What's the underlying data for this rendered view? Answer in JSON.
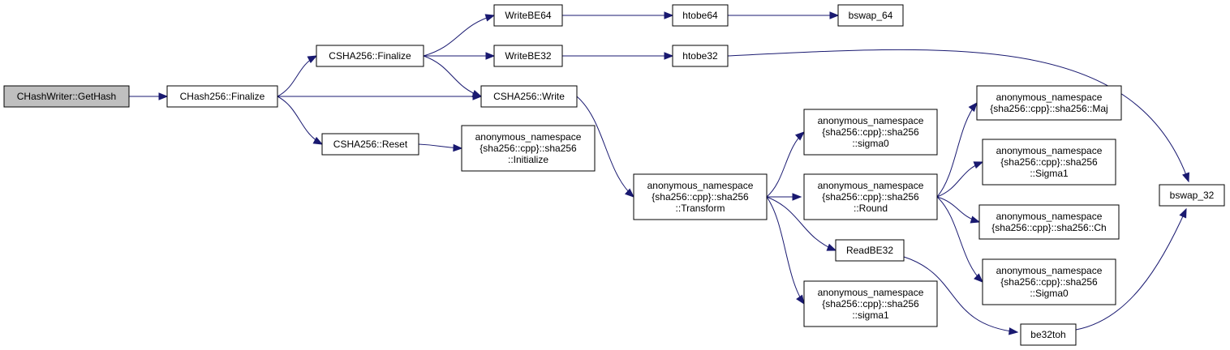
{
  "nodes": {
    "gethash": {
      "lines": [
        "CHashWriter::GetHash"
      ],
      "root": true
    },
    "hash256_finalize": {
      "lines": [
        "CHash256::Finalize"
      ]
    },
    "sha256_finalize": {
      "lines": [
        "CSHA256::Finalize"
      ]
    },
    "sha256_reset": {
      "lines": [
        "CSHA256::Reset"
      ]
    },
    "sha256_write": {
      "lines": [
        "CSHA256::Write"
      ]
    },
    "writebe64": {
      "lines": [
        "WriteBE64"
      ]
    },
    "writebe32": {
      "lines": [
        "WriteBE32"
      ]
    },
    "htobe64": {
      "lines": [
        "htobe64"
      ]
    },
    "htobe32": {
      "lines": [
        "htobe32"
      ]
    },
    "bswap_64": {
      "lines": [
        "bswap_64"
      ]
    },
    "initialize": {
      "lines": [
        "anonymous_namespace",
        "{sha256::cpp}::sha256",
        "::Initialize"
      ]
    },
    "transform": {
      "lines": [
        "anonymous_namespace",
        "{sha256::cpp}::sha256",
        "::Transform"
      ]
    },
    "sigma0_small": {
      "lines": [
        "anonymous_namespace",
        "{sha256::cpp}::sha256",
        "::sigma0"
      ]
    },
    "round": {
      "lines": [
        "anonymous_namespace",
        "{sha256::cpp}::sha256",
        "::Round"
      ]
    },
    "readbe32": {
      "lines": [
        "ReadBE32"
      ]
    },
    "sigma1_small": {
      "lines": [
        "anonymous_namespace",
        "{sha256::cpp}::sha256",
        "::sigma1"
      ]
    },
    "maj": {
      "lines": [
        "anonymous_namespace",
        "{sha256::cpp}::sha256::Maj"
      ]
    },
    "sigma1_big": {
      "lines": [
        "anonymous_namespace",
        "{sha256::cpp}::sha256",
        "::Sigma1"
      ]
    },
    "ch": {
      "lines": [
        "anonymous_namespace",
        "{sha256::cpp}::sha256::Ch"
      ]
    },
    "sigma0_big": {
      "lines": [
        "anonymous_namespace",
        "{sha256::cpp}::sha256",
        "::Sigma0"
      ]
    },
    "bswap_32": {
      "lines": [
        "bswap_32"
      ]
    },
    "be32toh": {
      "lines": [
        "be32toh"
      ]
    }
  },
  "edges": [
    [
      "gethash",
      "hash256_finalize"
    ],
    [
      "hash256_finalize",
      "sha256_finalize"
    ],
    [
      "hash256_finalize",
      "sha256_write"
    ],
    [
      "hash256_finalize",
      "sha256_reset"
    ],
    [
      "sha256_finalize",
      "writebe64"
    ],
    [
      "sha256_finalize",
      "writebe32"
    ],
    [
      "sha256_finalize",
      "sha256_write"
    ],
    [
      "writebe64",
      "htobe64"
    ],
    [
      "htobe64",
      "bswap_64"
    ],
    [
      "writebe32",
      "htobe32"
    ],
    [
      "htobe32",
      "bswap_32"
    ],
    [
      "sha256_reset",
      "initialize"
    ],
    [
      "sha256_write",
      "transform"
    ],
    [
      "transform",
      "sigma0_small"
    ],
    [
      "transform",
      "round"
    ],
    [
      "transform",
      "readbe32"
    ],
    [
      "transform",
      "sigma1_small"
    ],
    [
      "round",
      "maj"
    ],
    [
      "round",
      "sigma1_big"
    ],
    [
      "round",
      "ch"
    ],
    [
      "round",
      "sigma0_big"
    ],
    [
      "readbe32",
      "be32toh"
    ],
    [
      "be32toh",
      "bswap_32"
    ]
  ],
  "colors": {
    "edge": "#191970",
    "root_fill": "#bfbfbf",
    "node_fill": "#ffffff",
    "node_stroke": "#000000"
  }
}
